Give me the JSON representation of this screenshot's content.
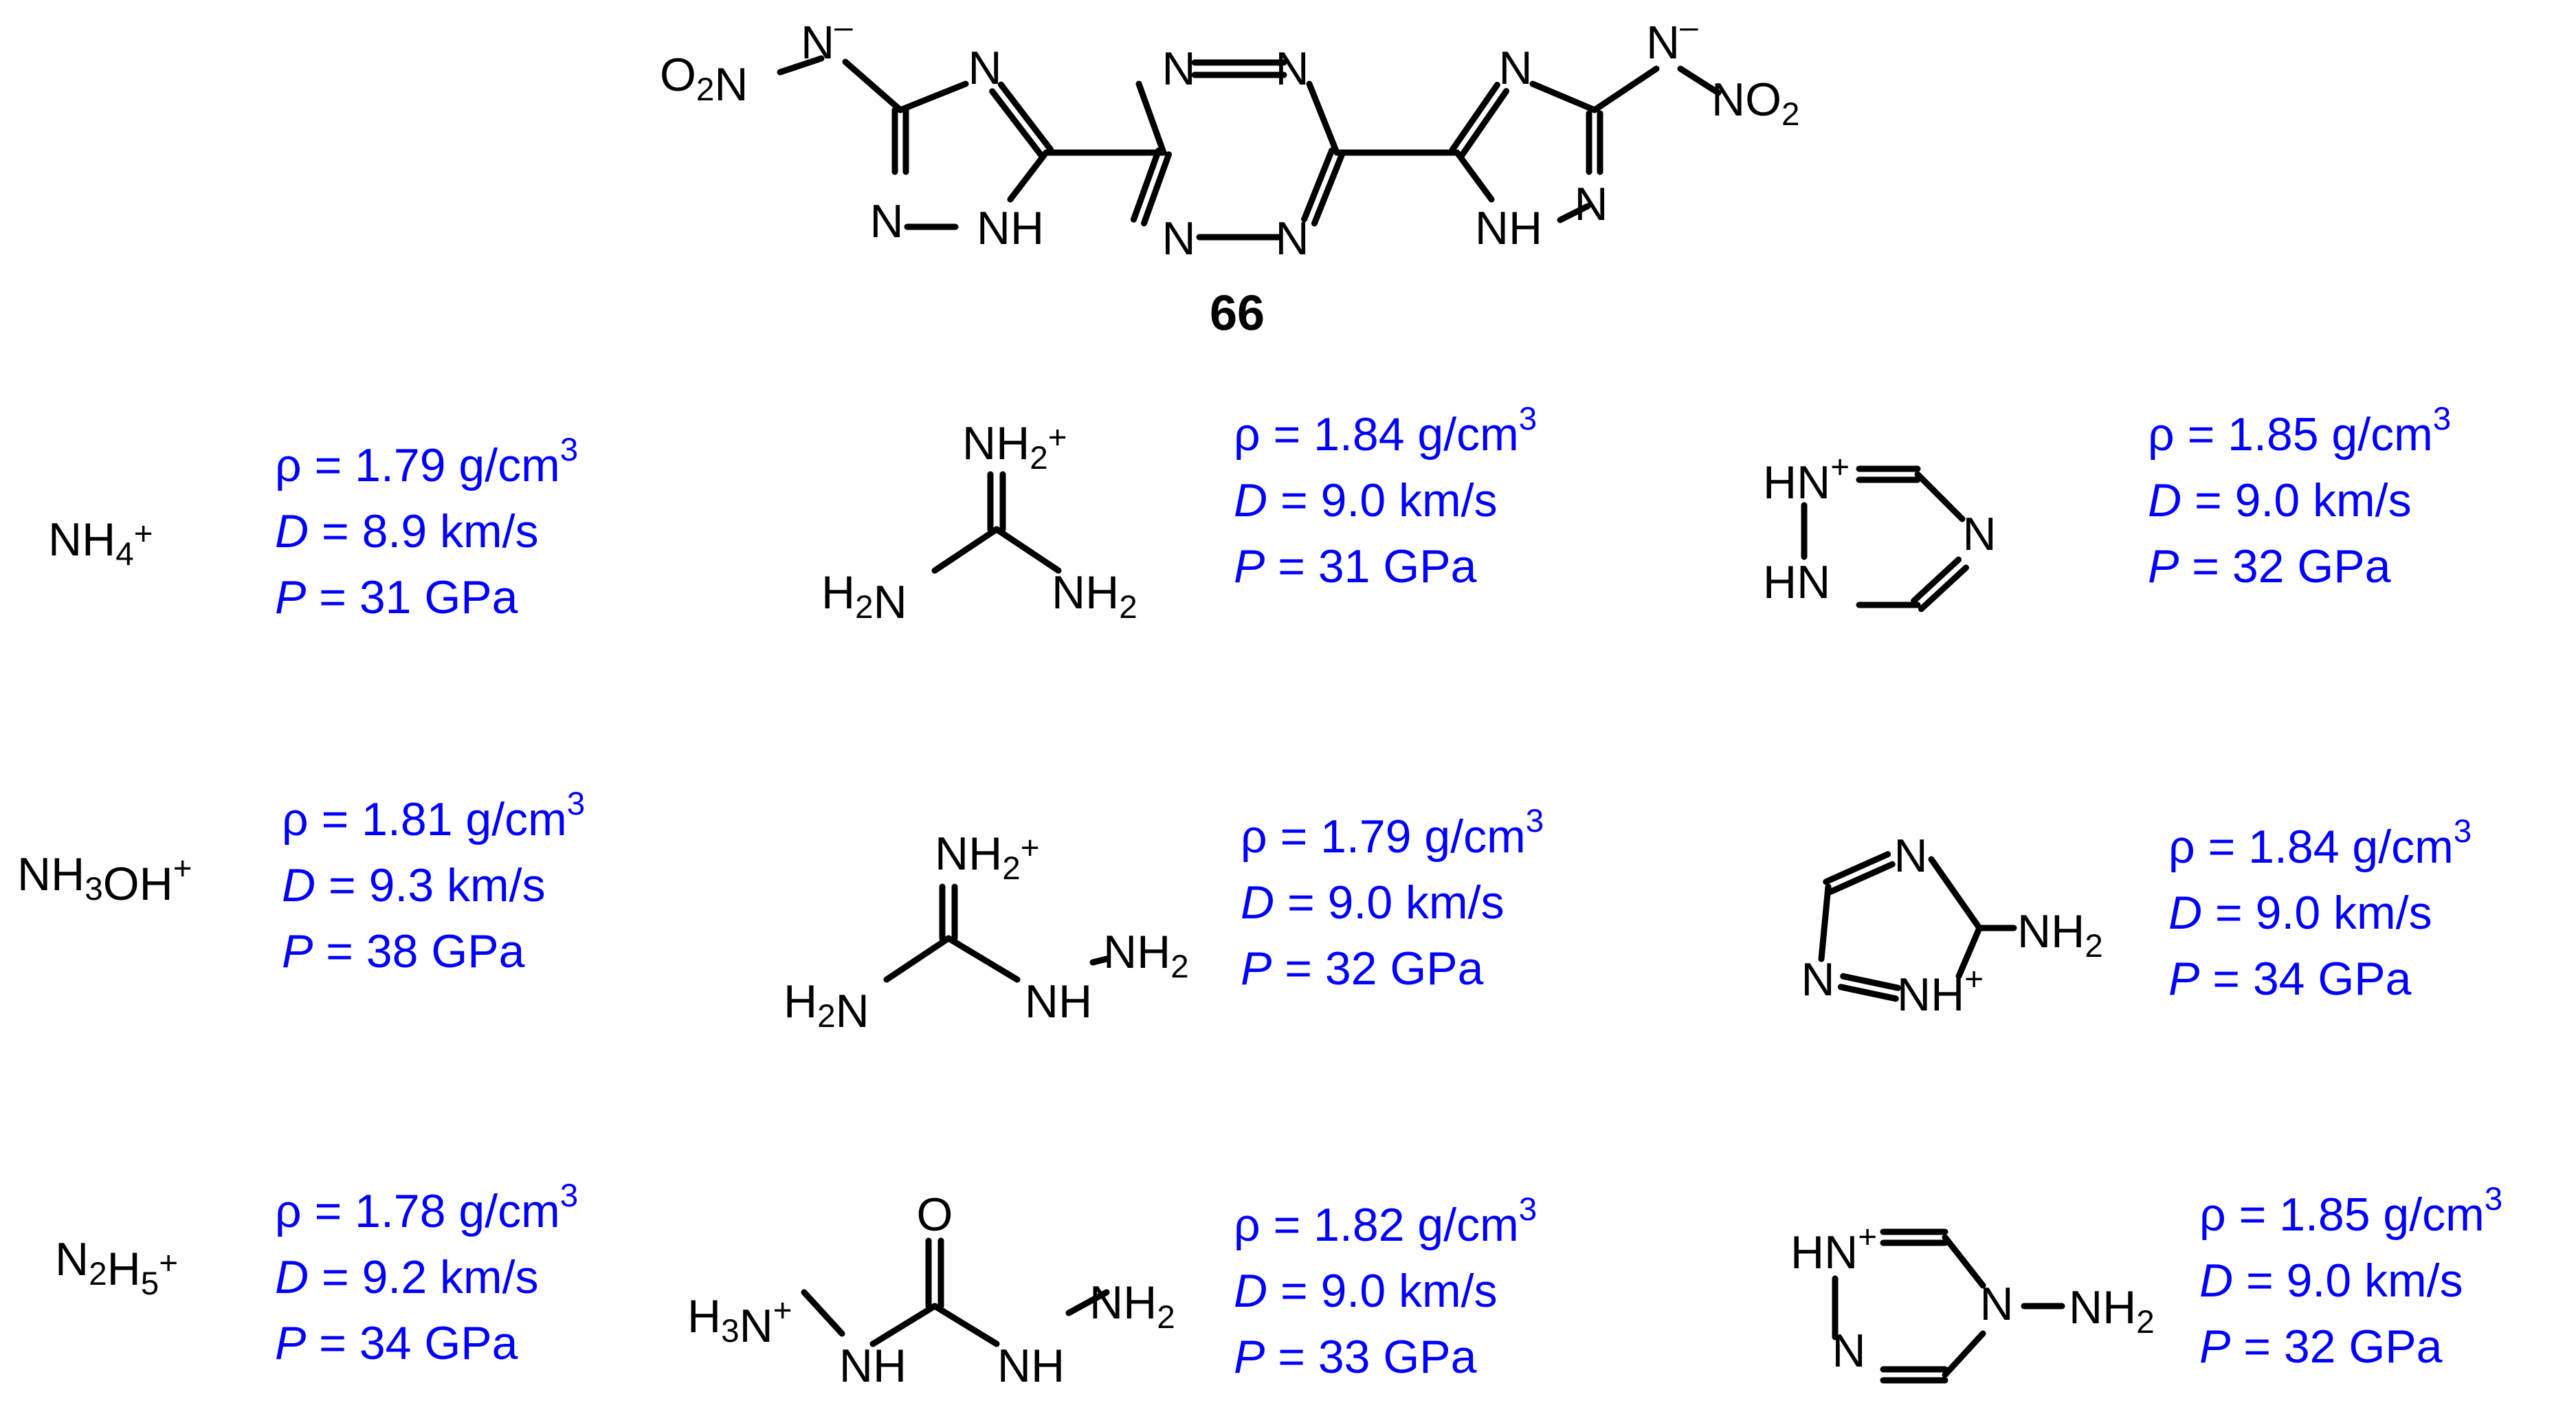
{
  "colors": {
    "structure": "#000000",
    "property": "#0000ff"
  },
  "central": {
    "label": "66",
    "atoms": {
      "nitro_left": [
        "O",
        "2",
        "N"
      ],
      "n_minus_left": [
        "N",
        "–"
      ],
      "n_minus_right": [
        "N",
        "–"
      ],
      "nitro_right": [
        "N",
        "O",
        "2"
      ],
      "ring_n": "N",
      "ring_nh": "NH"
    }
  },
  "cations": [
    {
      "id": "ammonium",
      "name_parts": [
        [
          "N",
          ""
        ],
        [
          "H",
          ""
        ],
        [
          "4",
          "sub"
        ],
        [
          "+",
          "sup"
        ]
      ],
      "props": {
        "rho": "1.79",
        "D": "8.9",
        "P": "31"
      }
    },
    {
      "id": "guanidinium",
      "atoms": {
        "top": [
          "NH",
          "2",
          "+"
        ],
        "left": [
          "H",
          "2",
          "N"
        ],
        "right": [
          "NH",
          "2"
        ]
      },
      "props": {
        "rho": "1.84",
        "D": "9.0",
        "P": "31"
      }
    },
    {
      "id": "triazolium",
      "atoms": {
        "nh_top": [
          "HN",
          "+"
        ],
        "nh_bottom": "HN",
        "n_right": "N"
      },
      "props": {
        "rho": "1.85",
        "D": "9.0",
        "P": "32"
      }
    },
    {
      "id": "hydroxylammonium",
      "name_parts": [
        [
          "NH",
          ""
        ],
        [
          "3",
          "sub"
        ],
        [
          "OH",
          ""
        ],
        [
          "+",
          "sup"
        ]
      ],
      "props": {
        "rho": "1.81",
        "D": "9.3",
        "P": "38"
      }
    },
    {
      "id": "aminoguanidinium",
      "atoms": {
        "top": [
          "NH",
          "2",
          "+"
        ],
        "left": [
          "H",
          "2",
          "N"
        ],
        "nh": "NH",
        "nh2": [
          "NH",
          "2"
        ]
      },
      "props": {
        "rho": "1.79",
        "D": "9.0",
        "P": "32"
      }
    },
    {
      "id": "aminotriazolium",
      "atoms": {
        "n_top": "N",
        "n_left": "N",
        "nh_bottom": [
          "NH",
          "+"
        ],
        "nh2": [
          "NH",
          "2"
        ]
      },
      "props": {
        "rho": "1.84",
        "D": "9.0",
        "P": "34"
      }
    },
    {
      "id": "hydrazinium",
      "name_parts": [
        [
          "N",
          ""
        ],
        [
          "2",
          "sub"
        ],
        [
          "H",
          ""
        ],
        [
          "5",
          "sub"
        ],
        [
          "+",
          "sup"
        ]
      ],
      "props": {
        "rho": "1.78",
        "D": "9.2",
        "P": "34"
      }
    },
    {
      "id": "carbohydrazidium",
      "atoms": {
        "o": "O",
        "h3n": [
          "H",
          "3",
          "N",
          "+"
        ],
        "nh_left": "NH",
        "nh_right": "NH",
        "nh2": [
          "NH",
          "2"
        ]
      },
      "props": {
        "rho": "1.82",
        "D": "9.0",
        "P": "33"
      }
    },
    {
      "id": "aminotriazolium4",
      "atoms": {
        "hn": [
          "HN",
          "+"
        ],
        "n_bottom": "N",
        "n4": "N",
        "nh2": [
          "NH",
          "2"
        ]
      },
      "props": {
        "rho": "1.85",
        "D": "9.0",
        "P": "32"
      }
    }
  ],
  "prop_labels": {
    "rho_symbol": "ρ",
    "rho_unit": "g/cm",
    "rho_exp": "3",
    "D_symbol": "D",
    "D_unit": "km/s",
    "P_symbol": "P",
    "P_unit": "GPa",
    "equals": "="
  }
}
